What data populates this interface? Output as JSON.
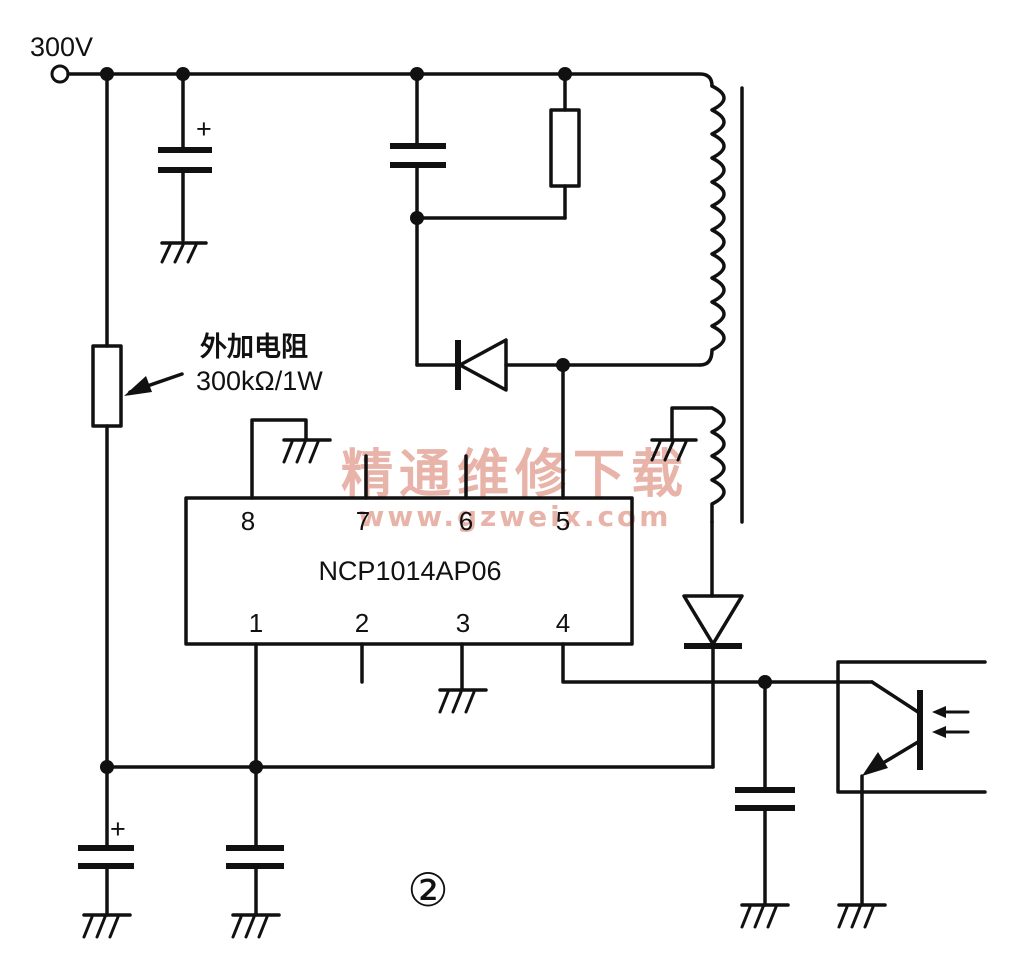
{
  "input_voltage_label": "300V",
  "resistor_annotation": {
    "name": "外加电阻",
    "value": "300kΩ/1W"
  },
  "ic": {
    "part_number": "NCP1014AP06",
    "top_pins": [
      "8",
      "7",
      "6",
      "5"
    ],
    "bottom_pins": [
      "1",
      "2",
      "3",
      "4"
    ]
  },
  "figure_number": "②",
  "watermark": {
    "title": "精通维修下载",
    "url": "www.gzweix.com",
    "color": "#e8b3a8"
  }
}
